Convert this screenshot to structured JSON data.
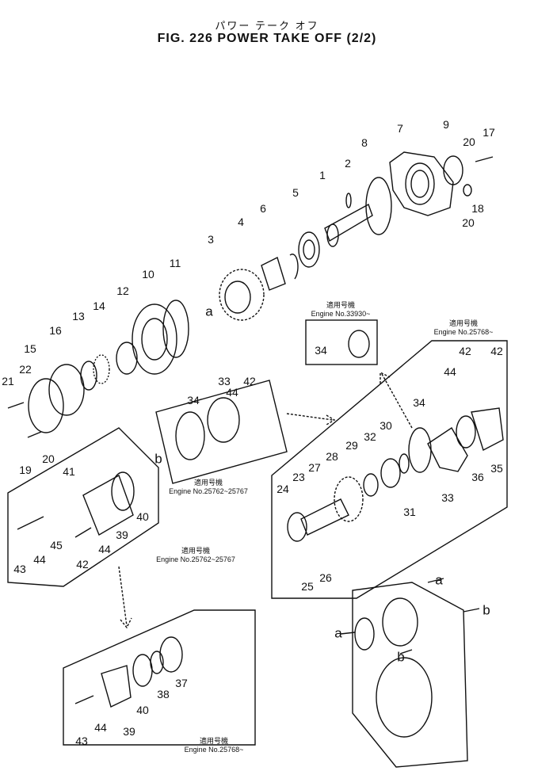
{
  "header": {
    "title_jp": "パワー テーク オフ",
    "title": "FIG. 226  POWER TAKE OFF (2/2)"
  },
  "notes": {
    "n1_jp": "適用号機",
    "n1": "Engine No.33930~",
    "n2_jp": "適用号機",
    "n2": "Engine No.25768~",
    "n3_jp": "適用号機",
    "n3": "Engine No.25762~25767",
    "n4_jp": "適用号機",
    "n4": "Engine No.25762~25767",
    "n5_jp": "適用号機",
    "n5": "Engine No.25768~"
  },
  "letters": [
    "a",
    "b",
    "a",
    "b",
    "a",
    "b"
  ],
  "part_numbers": [
    "1",
    "2",
    "3",
    "4",
    "5",
    "6",
    "7",
    "8",
    "9",
    "10",
    "11",
    "12",
    "13",
    "14",
    "15",
    "16",
    "17",
    "18",
    "19",
    "20",
    "20",
    "20",
    "21",
    "22",
    "23",
    "24",
    "25",
    "26",
    "27",
    "28",
    "29",
    "30",
    "31",
    "32",
    "33",
    "34",
    "35",
    "36",
    "33",
    "34",
    "42",
    "44",
    "42",
    "44",
    "42",
    "34",
    "37",
    "38",
    "39",
    "39",
    "40",
    "40",
    "41",
    "42",
    "43",
    "43",
    "44",
    "44",
    "44",
    "45"
  ]
}
